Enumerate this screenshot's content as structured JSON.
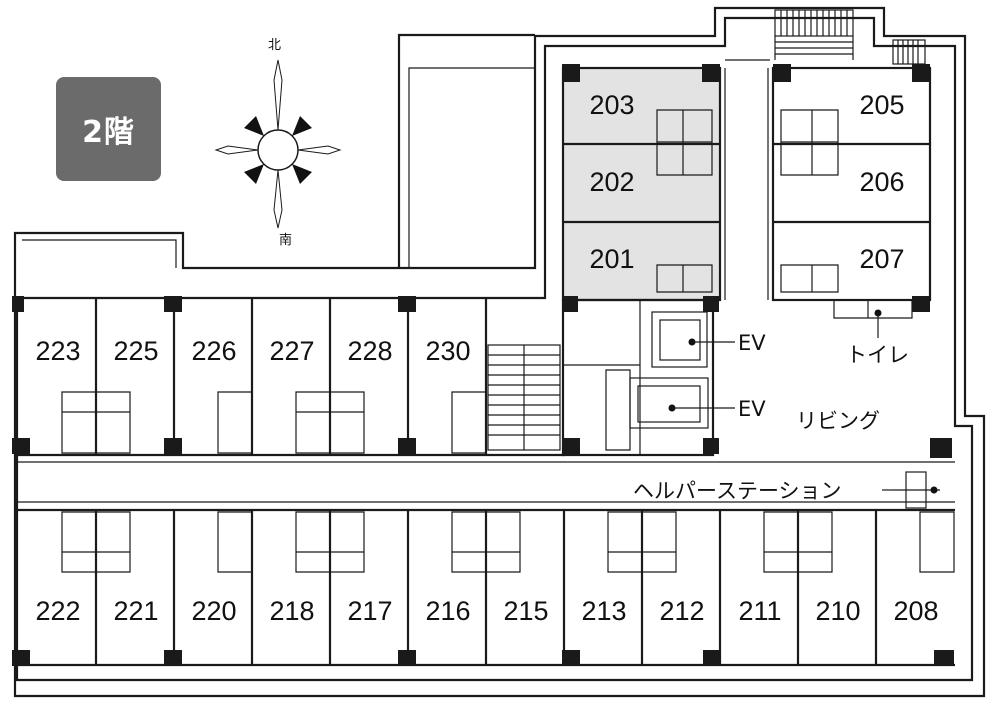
{
  "floor_label": "2階",
  "compass": {
    "north": "北",
    "south": "南"
  },
  "rooms": {
    "top_right": [
      "205",
      "206",
      "207"
    ],
    "top_left_shaded": [
      "203",
      "202",
      "201"
    ],
    "upper_row": [
      "223",
      "225",
      "226",
      "227",
      "228",
      "230"
    ],
    "lower_row": [
      "222",
      "221",
      "220",
      "218",
      "217",
      "216",
      "215",
      "213",
      "212",
      "211",
      "210",
      "208"
    ]
  },
  "labels": {
    "ev1": "EV",
    "ev2": "EV",
    "toilet": "トイレ",
    "living": "リビング",
    "helper_station": "ヘルパーステーション"
  },
  "colors": {
    "badge": "#6b6b6b",
    "shaded_room": "#e3e3e3",
    "line": "#1a1a1a"
  }
}
